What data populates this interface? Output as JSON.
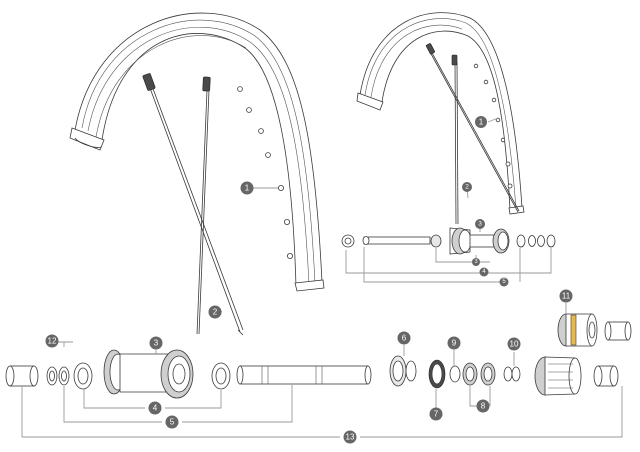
{
  "diagram": {
    "callouts": [
      {
        "id": "c1a",
        "label": "1"
      },
      {
        "id": "c1b",
        "label": "1"
      },
      {
        "id": "c2a",
        "label": "2"
      },
      {
        "id": "c2b",
        "label": "2"
      },
      {
        "id": "c3a",
        "label": "3"
      },
      {
        "id": "c3b",
        "label": "3"
      },
      {
        "id": "c3c",
        "label": "3"
      },
      {
        "id": "c4a",
        "label": "4"
      },
      {
        "id": "c4b",
        "label": "4"
      },
      {
        "id": "c5a",
        "label": "5"
      },
      {
        "id": "c5b",
        "label": "5"
      },
      {
        "id": "c6",
        "label": "6"
      },
      {
        "id": "c7",
        "label": "7"
      },
      {
        "id": "c8",
        "label": "8"
      },
      {
        "id": "c9",
        "label": "9"
      },
      {
        "id": "c10",
        "label": "10"
      },
      {
        "id": "c11",
        "label": "11"
      },
      {
        "id": "c12",
        "label": "12"
      },
      {
        "id": "c13",
        "label": "13"
      }
    ],
    "colors": {
      "line": "#3a3a3a",
      "leader": "#9a9a9a",
      "badge": "#666666",
      "accent": "#e8b84a"
    }
  }
}
